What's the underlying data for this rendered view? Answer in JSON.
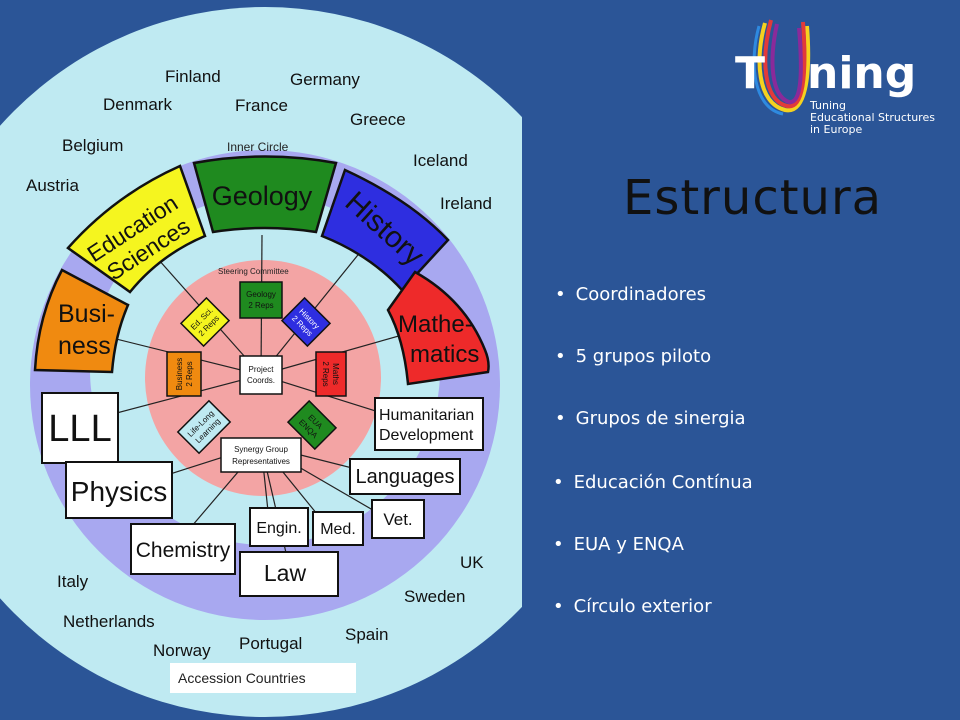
{
  "slide": {
    "title": "Estructura",
    "bullets": [
      "Coordinadores",
      "5 grupos piloto",
      "Grupos de sinergia",
      "Educación Contínua",
      "EUA y ENQA",
      "Círculo exterior"
    ],
    "accession_label": "Accession Countries"
  },
  "logo": {
    "word_start": "T",
    "word_end": "ning",
    "subtitle": [
      "Tuning",
      "Educational Structures",
      "in Europe"
    ]
  },
  "diagram": {
    "outer_countries": [
      "Finland",
      "Germany",
      "Denmark",
      "France",
      "Greece",
      "Belgium",
      "Iceland",
      "Austria",
      "Ireland",
      "UK",
      "Italy",
      "Sweden",
      "Netherlands",
      "Spain",
      "Norway",
      "Portugal"
    ],
    "inner_circle_label": "Inner Circle",
    "steering_label": "Steering Committee",
    "ring_groups": {
      "education": [
        "Education",
        "Sciences"
      ],
      "geology": "Geology",
      "history": "History",
      "business": [
        "Busi-",
        "ness"
      ],
      "mathematics": [
        "Mathe-",
        "matics"
      ],
      "lll": "LLL",
      "humanitarian": [
        "Humanitarian",
        "Development"
      ],
      "physics": "Physics",
      "languages": "Languages",
      "chemistry": "Chemistry",
      "engin": "Engin.",
      "med": "Med.",
      "vet": "Vet.",
      "law": "Law"
    },
    "steering": {
      "geology": [
        "Geology",
        "2 Reps"
      ],
      "history": [
        "History",
        "2 Reps"
      ],
      "edsci": [
        "Ed. Sci.",
        "2 Reps"
      ],
      "business": [
        "Business",
        "2 Reps"
      ],
      "maths": [
        "Maths",
        "2 Reps"
      ],
      "lifelong": [
        "Life-Long",
        "Learning"
      ],
      "eua": [
        "EUA",
        "ENQA"
      ],
      "project": [
        "Project",
        "Coords."
      ],
      "synergy": [
        "Synergy Group",
        "Representatives"
      ]
    },
    "colors": {
      "outer": "#bfeaf2",
      "ring": "#a8a8f0",
      "inner": "#bfeaf2",
      "core": "#f3a4a4",
      "green": "#1f8a1f",
      "blue": "#2e2ee0",
      "yellow": "#f5f51f",
      "orange": "#f08a10",
      "red": "#ee2a2a"
    }
  }
}
